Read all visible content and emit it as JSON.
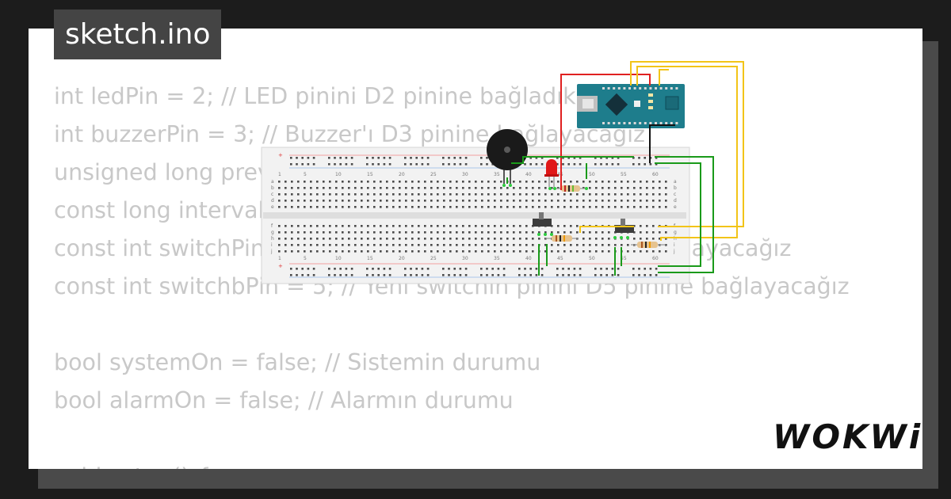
{
  "badge": {
    "title": "sketch.ino"
  },
  "code_lines": [
    "int ledPin = 2; // LED pinini D2 pinine bağladık",
    "int buzzerPin = 3; // Buzzer'ı D3 pinine bağlayacağız",
    "unsigned long previousMillis = 0;",
    "const long interval = 500;",
    "const int switchPin = 4; // Switch'in pinini D4 pinine bağlayacağız",
    "const int switchbPin = 5; // Yeni switchin pinini D5 pinine bağlayacağız",
    "",
    "bool systemOn = false; // Sistemin durumu",
    "bool alarmOn = false; // Alarmın durumu",
    "",
    "void setup() {"
  ],
  "breadboard": {
    "column_numbers": [
      "1",
      "5",
      "10",
      "15",
      "20",
      "25",
      "30",
      "35",
      "40",
      "45",
      "50",
      "55",
      "60"
    ],
    "row_letters_top": [
      "a",
      "b",
      "c",
      "d",
      "e"
    ],
    "row_letters_bottom": [
      "f",
      "g",
      "h",
      "i",
      "j"
    ]
  },
  "logo": {
    "text": "WOKWi"
  },
  "colors": {
    "background": "#1c1c1c",
    "card": "#ffffff",
    "badge": "#444444",
    "code_text": "#c8c8c8",
    "arduino_board": "#1e7d8c",
    "wire_red": "#e02020",
    "wire_yellow": "#f2c418",
    "wire_green": "#1a9a1a",
    "wire_black": "#111111",
    "led": "#e01818"
  },
  "icons": [
    "arduino-nano-icon",
    "buzzer-icon",
    "led-icon",
    "resistor-icon",
    "slide-switch-icon",
    "breadboard-icon"
  ]
}
